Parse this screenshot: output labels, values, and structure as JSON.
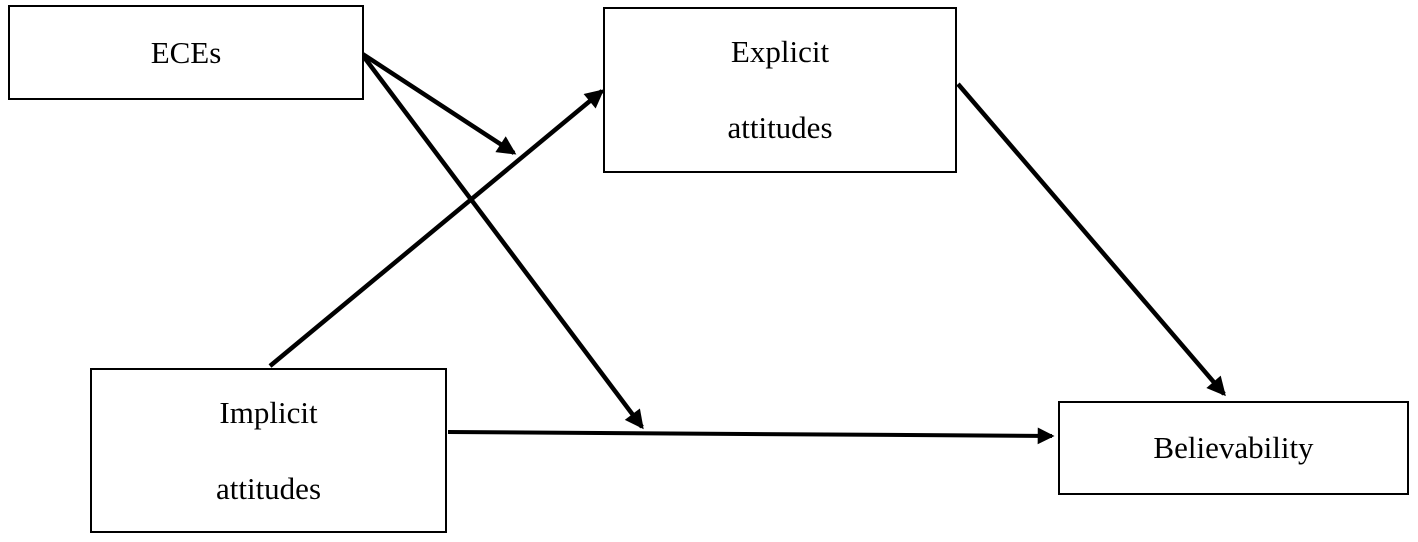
{
  "diagram": {
    "type": "path-model",
    "colors": {
      "background": "#ffffff",
      "node_fill": "#ffffff",
      "node_border": "#000000",
      "line": "#000000",
      "text": "#000000"
    },
    "nodes": {
      "eces": {
        "label": "ECEs"
      },
      "explicit": {
        "line1": "Explicit",
        "line2": "attitudes"
      },
      "implicit": {
        "line1": "Implicit",
        "line2": "attitudes"
      },
      "believability": {
        "label": "Believability"
      }
    },
    "edges": [
      {
        "from": "Implicit attitudes",
        "to": "Explicit attitudes",
        "style": "solid-arrow"
      },
      {
        "from": "Implicit attitudes",
        "to": "Believability",
        "style": "solid-arrow"
      },
      {
        "from": "Explicit attitudes",
        "to": "Believability",
        "style": "solid-arrow"
      },
      {
        "from": "ECEs",
        "to": "path: Implicit attitudes -> Explicit attitudes",
        "style": "solid-arrow-to-path"
      },
      {
        "from": "ECEs",
        "to": "path: Implicit attitudes -> Believability",
        "style": "solid-arrow-to-path"
      }
    ]
  }
}
